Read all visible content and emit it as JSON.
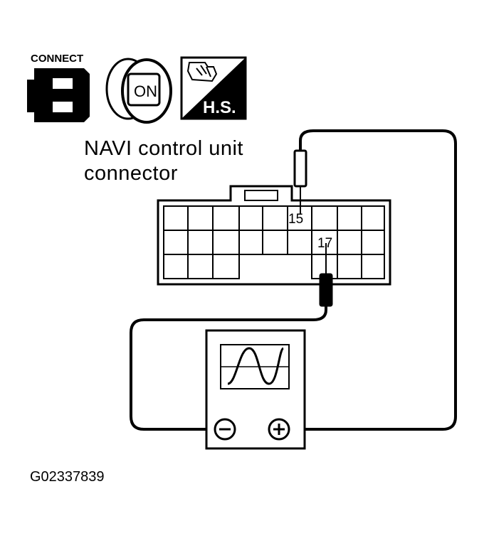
{
  "icons": {
    "connect_label": "CONNECT",
    "ignition_label": "ON",
    "harness_label": "H.S."
  },
  "connector": {
    "title_line1": "NAVI control unit",
    "title_line2": "connector",
    "pin_positive": "15",
    "pin_negative": "17"
  },
  "meter": {
    "minus_symbol": "−",
    "plus_symbol": "+"
  },
  "figure_code": "G02337839"
}
